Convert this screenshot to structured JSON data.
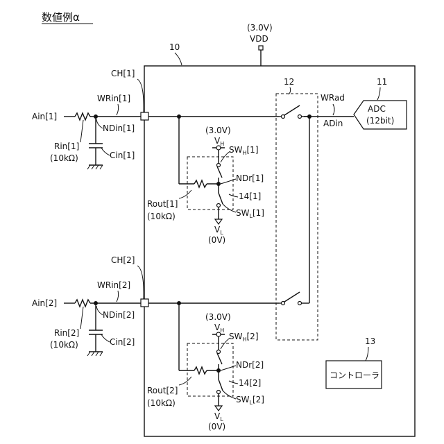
{
  "title": "数値例α",
  "vdd": {
    "voltage": "(3.0V)",
    "label": "VDD"
  },
  "refs": {
    "chip": "10",
    "adc": "11",
    "mux": "12",
    "controller": "13"
  },
  "wires": {
    "wrad": "WRad",
    "adin": "ADin"
  },
  "adc": {
    "name": "ADC",
    "bits": "(12bit)"
  },
  "controller": {
    "label": "コントローラ"
  },
  "channels": [
    {
      "ch": "CH[1]",
      "ain": "Ain[1]",
      "wrin": "WRin[1]",
      "ndin": "NDin[1]",
      "rin": "Rin[1]",
      "rin_value": "(10kΩ)",
      "cin": "Cin[1]",
      "vh_voltage": "(3.0V)",
      "vh": "V",
      "vh_sub": "H",
      "swh": "SW",
      "swh_sub": "H",
      "swh_idx": "[1]",
      "ndr": "NDr[1]",
      "circuit14": "14[1]",
      "rout": "Rout[1]",
      "rout_value": "(10kΩ)",
      "swl": "SW",
      "swl_sub": "L",
      "swl_idx": "[1]",
      "vl": "V",
      "vl_sub": "L",
      "vl_voltage": "(0V)"
    },
    {
      "ch": "CH[2]",
      "ain": "Ain[2]",
      "wrin": "WRin[2]",
      "ndin": "NDin[2]",
      "rin": "Rin[2]",
      "rin_value": "(10kΩ)",
      "cin": "Cin[2]",
      "vh_voltage": "(3.0V)",
      "vh": "V",
      "vh_sub": "H",
      "swh": "SW",
      "swh_sub": "H",
      "swh_idx": "[2]",
      "ndr": "NDr[2]",
      "circuit14": "14[2]",
      "rout": "Rout[2]",
      "rout_value": "(10kΩ)",
      "swl": "SW",
      "swl_sub": "L",
      "swl_idx": "[2]",
      "vl": "V",
      "vl_sub": "L",
      "vl_voltage": "(0V)"
    }
  ]
}
